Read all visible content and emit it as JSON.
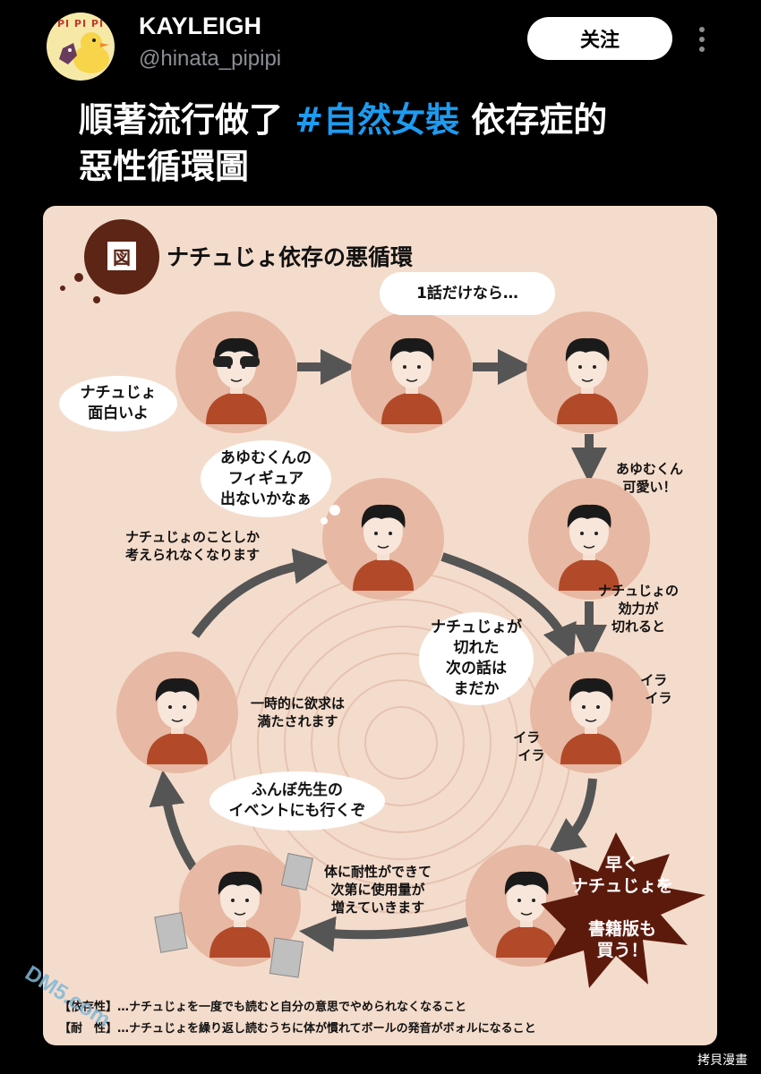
{
  "header": {
    "avatar_text": "PI PI PI",
    "name": "KAYLEIGH",
    "handle": "@hinata_pipipi",
    "follow_label": "关注"
  },
  "post": {
    "text_before": "順著流行做了 ",
    "hashtag": "#自然女裝",
    "text_after": " 依存症的",
    "text_line2": "惡性循環圖"
  },
  "infographic": {
    "badge": "図",
    "title": "ナチュじょ依存の悪循環",
    "bubbles": {
      "b1": "ナチュじょ\n面白いよ",
      "b2": "1話だけなら…",
      "b3": "あゆむくんの\nフィギュア\n出ないかなぁ",
      "b4": "ナチュじょが\n切れた\n次の話は\nまだか",
      "b5": "ふんぼ先生の\nイベントにも行くぞ"
    },
    "labels": {
      "l1": "あゆむくん\n可愛い！",
      "l2": "ナチュじょの\n効力が\n切れると",
      "l3": "ナチュじょのことしか\n考えられなくなります",
      "l4": "一時的に欲求は\n満たされます",
      "l5": "体に耐性ができて\n次第に使用量が\n増えていきます",
      "l6": "イラ\n  イラ",
      "l7": "イラ\n  イラ"
    },
    "star_text": "早く\nナチュじょを\n\n書籍版も\n買う！",
    "footnotes": [
      "【依存性】…ナチュじょを一度でも読むと自分の意思でやめられなくなること",
      "【耐　性】…ナチュじょを繰り返し読むうちに体が慣れてボールの発音がボォルになること"
    ]
  },
  "watermarks": {
    "dm": "DM5.com",
    "site": "拷貝漫畫"
  },
  "colors": {
    "background": "#000000",
    "card": "#f4dccc",
    "circle": "#e7b8a3",
    "shirt": "#b24a2a",
    "arrow": "#555555",
    "star": "#5c1a0d",
    "hashtag": "#1d9bf0"
  },
  "icons": {
    "more": "vertical-ellipsis-icon"
  }
}
